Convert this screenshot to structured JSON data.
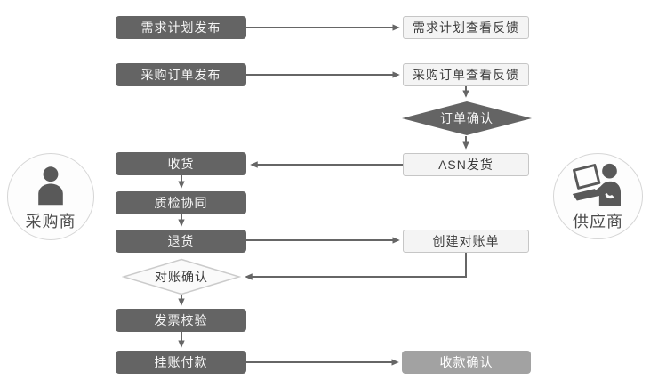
{
  "actors": {
    "buyer": {
      "label": "采购商",
      "icon": "person-icon"
    },
    "supplier": {
      "label": "供应商",
      "icon": "person-laptop-icon"
    }
  },
  "nodes": {
    "demand_plan_publish": "需求计划发布",
    "demand_plan_feedback": "需求计划查看反馈",
    "po_publish": "采购订单发布",
    "po_feedback": "采购订单查看反馈",
    "order_confirm": "订单确认",
    "asn_ship": "ASN发货",
    "receive_goods": "收货",
    "quality_collab": "质检协同",
    "return_goods": "退货",
    "create_statement": "创建对账单",
    "statement_confirm": "对账确认",
    "invoice_check": "发票校验",
    "book_payment": "挂账付款",
    "receipt_confirm": "收款确认"
  },
  "colors": {
    "dark_node": "#646464",
    "dark_node_text": "#f5f5f5",
    "light_node_bg": "#f4f4f4",
    "light_node_border": "#c6c6c6",
    "light_node_text": "#3d3d3d",
    "mid_node": "#a2a2a2",
    "line": "#666666",
    "diamond_light_bg": "#fafafa",
    "diamond_light_border": "#cbcbcb",
    "circle_bg": "#fdfdfd",
    "circle_border": "#d6d6d6",
    "icon": "#595959",
    "actor_text": "#4a4a4a",
    "canvas_bg": "#ffffff"
  }
}
